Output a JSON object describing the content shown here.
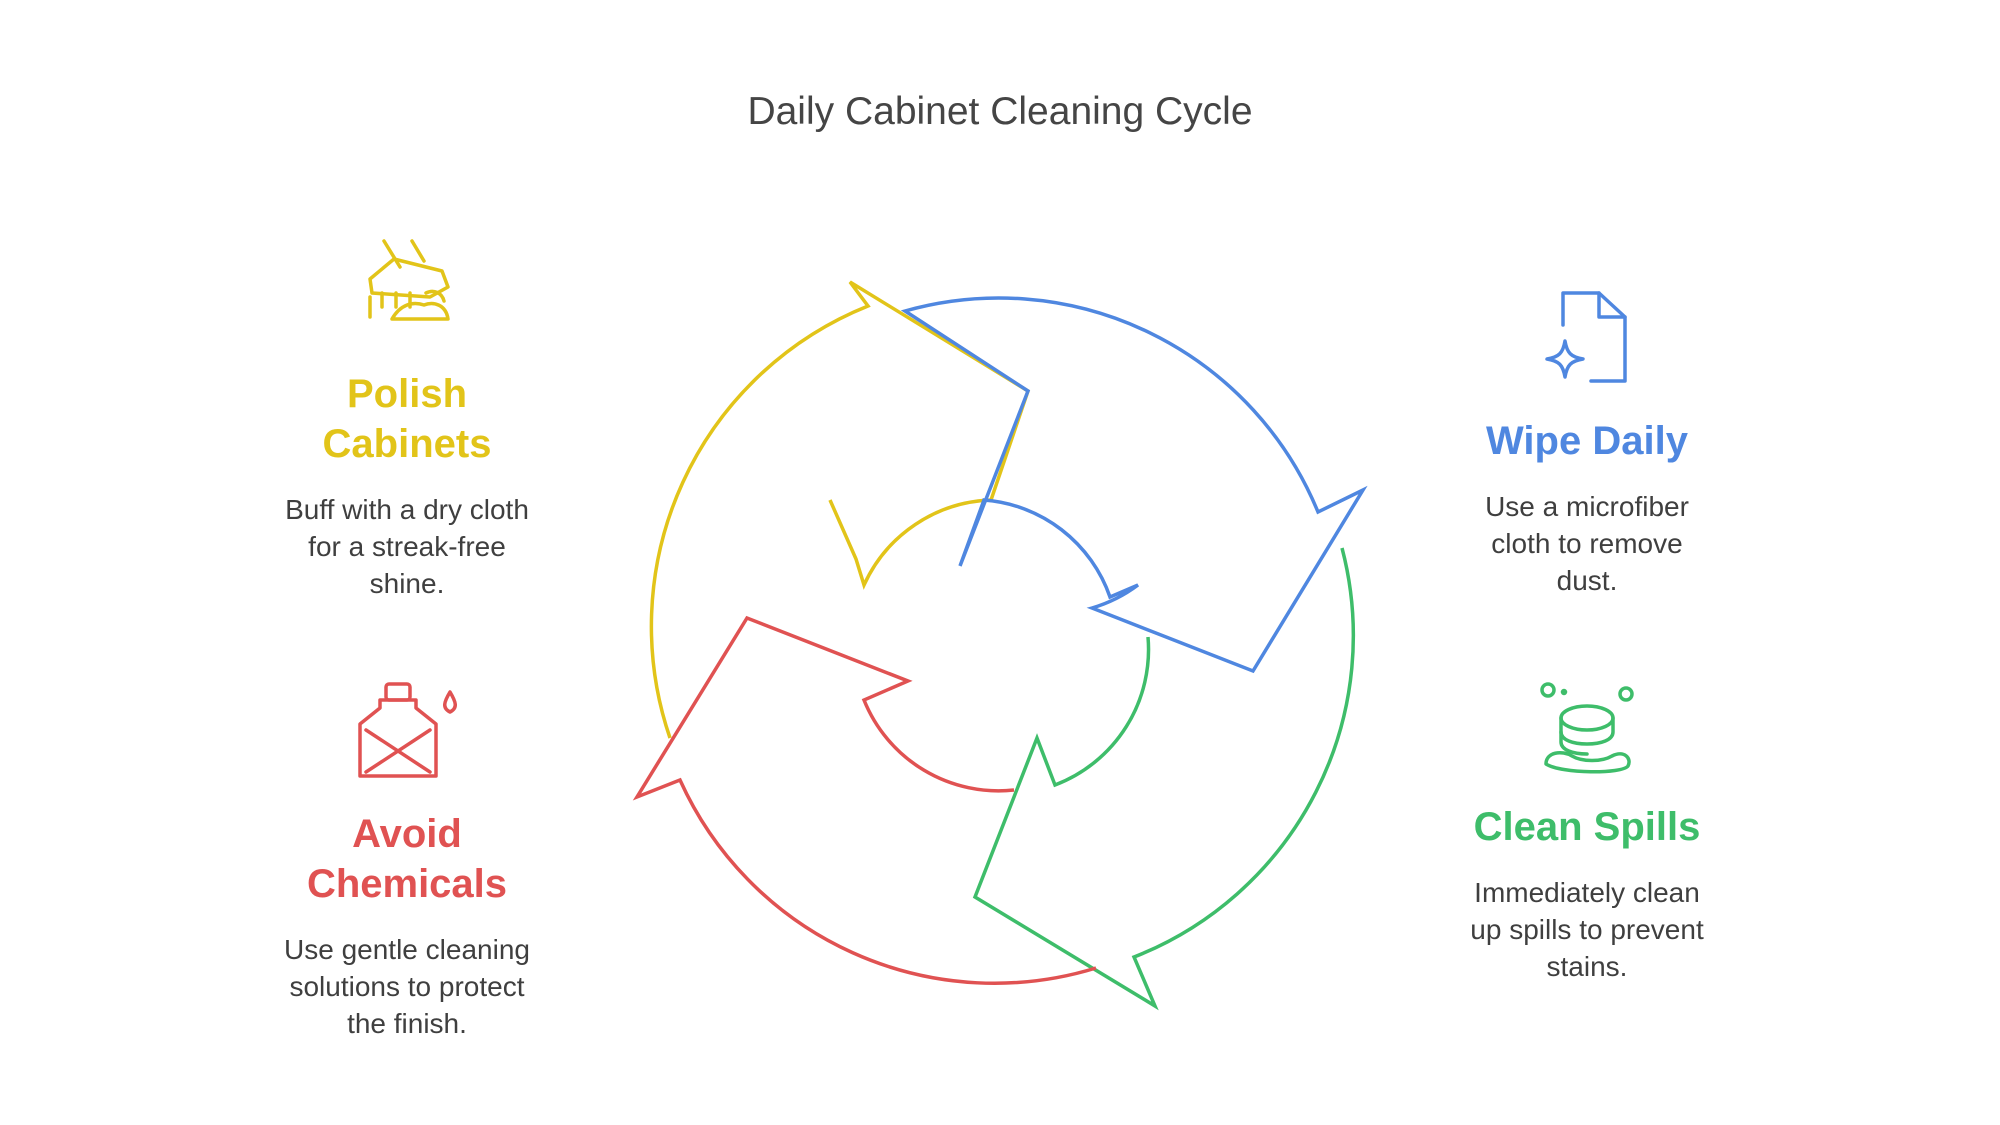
{
  "title": "Daily Cabinet Cleaning Cycle",
  "colors": {
    "yellow": "#e2c419",
    "blue": "#4f87e0",
    "green": "#3ebd6a",
    "red": "#e05252"
  },
  "steps": [
    {
      "key": "polish",
      "icon": "polish-brush-icon",
      "color": "#e2c419",
      "heading_lines": [
        "Polish",
        "Cabinets"
      ],
      "desc_lines": [
        "Buff with a dry cloth",
        "for a streak-free",
        "shine."
      ]
    },
    {
      "key": "wipe",
      "icon": "sparkle-document-icon",
      "color": "#4f87e0",
      "heading_lines": [
        "Wipe Daily"
      ],
      "desc_lines": [
        "Use a microfiber",
        "cloth to remove",
        "dust."
      ]
    },
    {
      "key": "spills",
      "icon": "spill-sponge-icon",
      "color": "#3ebd6a",
      "heading_lines": [
        "Clean Spills"
      ],
      "desc_lines": [
        "Immediately clean",
        "up spills to prevent",
        "stains."
      ]
    },
    {
      "key": "chemicals",
      "icon": "no-chemical-bottle-icon",
      "color": "#e05252",
      "heading_lines": [
        "Avoid",
        "Chemicals"
      ],
      "desc_lines": [
        "Use gentle cleaning",
        "solutions to protect",
        "the finish."
      ]
    }
  ]
}
